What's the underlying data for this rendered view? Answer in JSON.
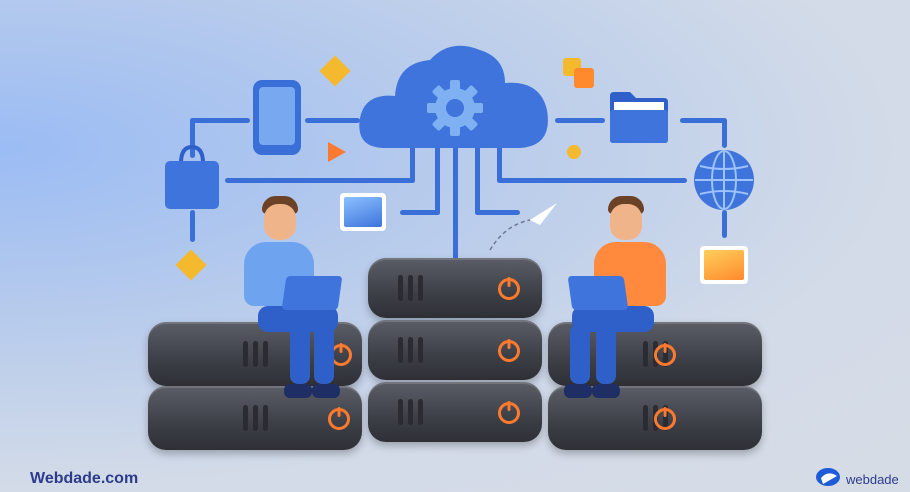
{
  "illustration": {
    "title": "Cloud server network illustration",
    "central_icon": "cloud-gear-icon",
    "icons": [
      "smartphone-icon",
      "shopping-bag-icon",
      "play-icon",
      "diamond-icon",
      "folder-icon",
      "globe-icon",
      "image-icon",
      "paper-plane-icon",
      "laptop-icon"
    ],
    "people": [
      "person-left-blue-shirt",
      "person-right-orange-shirt"
    ]
  },
  "footer": {
    "left_brand": "Webdade.com",
    "right_brand": "webdade"
  },
  "colors": {
    "accent_blue": "#3a6fd8",
    "server_dark": "#3c3f46",
    "power_orange": "#ff7a2e",
    "brand_navy": "#2c3c8a",
    "gold": "#f5b92e"
  }
}
